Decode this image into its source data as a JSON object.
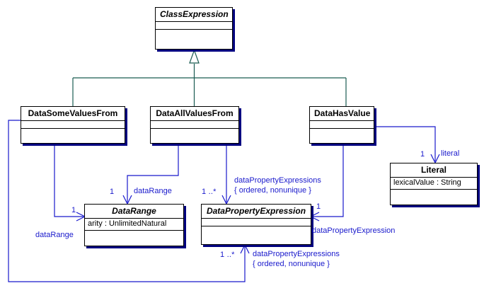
{
  "diagram": {
    "type": "uml-class-diagram",
    "colors": {
      "class_border": "#000000",
      "class_fill": "#ffffff",
      "class_shadow": "#000080",
      "generalization_line": "#1a5c52",
      "association_line": "#1919cc",
      "label_text": "#1919cc",
      "class_text": "#000000"
    },
    "classes": [
      {
        "id": "class-expression",
        "name": "ClassExpression",
        "abstract": true,
        "attributes": []
      },
      {
        "id": "data-some-values-from",
        "name": "DataSomeValuesFrom",
        "abstract": false,
        "attributes": []
      },
      {
        "id": "data-all-values-from",
        "name": "DataAllValuesFrom",
        "abstract": false,
        "attributes": []
      },
      {
        "id": "data-has-value",
        "name": "DataHasValue",
        "abstract": false,
        "attributes": []
      },
      {
        "id": "literal",
        "name": "Literal",
        "abstract": false,
        "attributes": [
          "lexicalValue : String"
        ]
      },
      {
        "id": "data-range",
        "name": "DataRange",
        "abstract": true,
        "attributes": [
          "arity : UnlimitedNatural"
        ]
      },
      {
        "id": "data-property-expression",
        "name": "DataPropertyExpression",
        "abstract": true,
        "attributes": []
      }
    ],
    "generalizations": [
      {
        "from": "DataSomeValuesFrom",
        "to": "ClassExpression"
      },
      {
        "from": "DataAllValuesFrom",
        "to": "ClassExpression"
      },
      {
        "from": "DataHasValue",
        "to": "ClassExpression"
      }
    ],
    "associations": [
      {
        "id": "assoc-some-datarange",
        "from": "DataSomeValuesFrom",
        "to": "DataRange",
        "multiplicity": "1",
        "role": "dataRange",
        "constraints": ""
      },
      {
        "id": "assoc-some-dpe",
        "from": "DataSomeValuesFrom",
        "to": "DataPropertyExpression",
        "multiplicity": "1 ..*",
        "role": "dataPropertyExpressions",
        "constraints": "{ ordered, nonunique }"
      },
      {
        "id": "assoc-all-datarange",
        "from": "DataAllValuesFrom",
        "to": "DataRange",
        "multiplicity": "1",
        "role": "dataRange",
        "constraints": ""
      },
      {
        "id": "assoc-all-dpe",
        "from": "DataAllValuesFrom",
        "to": "DataPropertyExpression",
        "multiplicity": "1 ..*",
        "role": "dataPropertyExpressions",
        "constraints": "{ ordered, nonunique }"
      },
      {
        "id": "assoc-hasvalue-literal",
        "from": "DataHasValue",
        "to": "Literal",
        "multiplicity": "1",
        "role": "literal",
        "constraints": ""
      },
      {
        "id": "assoc-hasvalue-dpe",
        "from": "DataHasValue",
        "to": "DataPropertyExpression",
        "multiplicity": "1",
        "role": "dataPropertyExpression",
        "constraints": ""
      }
    ],
    "labels": {
      "mult_all_datarange": "1",
      "role_all_datarange": "dataRange",
      "mult_all_dpe": "1 ..*",
      "role_all_dpe": "dataPropertyExpressions",
      "constraint_all_dpe": "{ ordered, nonunique }",
      "mult_some_datarange": "1",
      "role_some_datarange": "dataRange",
      "mult_some_dpe": "1 ..*",
      "role_some_dpe": "dataPropertyExpressions",
      "constraint_some_dpe": "{ ordered, nonunique }",
      "mult_hasvalue_literal": "1",
      "role_hasvalue_literal": "literal",
      "mult_hasvalue_dpe": "1",
      "role_hasvalue_dpe": "dataPropertyExpression"
    }
  }
}
